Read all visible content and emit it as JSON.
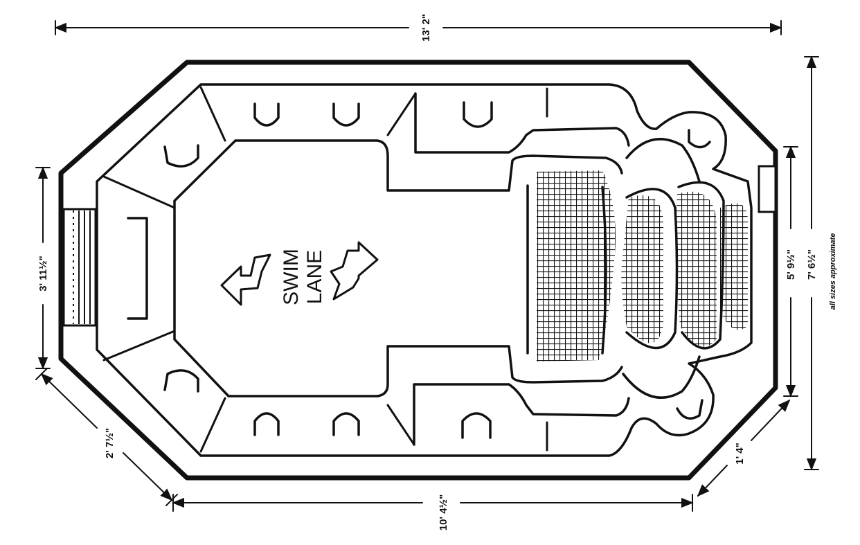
{
  "dimensions": {
    "overall_length": "13' 2\"",
    "overall_width": "7' 6½\"",
    "inner_width": "5' 9½\"",
    "left_end_width": "3' 11½\"",
    "corner_left": "2' 7½\"",
    "side_length": "10' 4½\"",
    "corner_right": "1' 4\""
  },
  "labels": {
    "swim_line1": "SWIM",
    "swim_line2": "LANE",
    "note": "all sizes approximate"
  },
  "colors": {
    "ink": "#111111",
    "paper": "#ffffff"
  },
  "icons": [
    "swim-direction-arrow-icon",
    "swim-direction-arrow-icon"
  ]
}
